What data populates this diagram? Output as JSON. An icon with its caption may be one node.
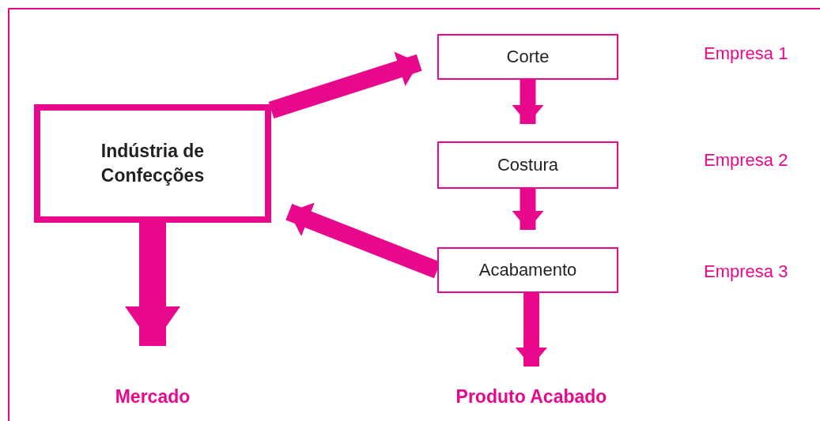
{
  "diagram": {
    "nodes": [
      {
        "text": [
          "Indústria de Confecções"
        ]
      },
      {
        "text": [
          "Corte"
        ]
      },
      {
        "text": [
          "Costura"
        ]
      },
      {
        "text": [
          "Acabamento"
        ]
      },
      {
        "text": [
          "Mercado"
        ]
      },
      {
        "text": [
          "Produto Acabado"
        ]
      }
    ],
    "edges": [
      {
        "from": 0,
        "to": 1,
        "arrow": "to"
      },
      {
        "from": 1,
        "to": 2,
        "arrow": "to"
      },
      {
        "from": 2,
        "to": 3,
        "arrow": "to"
      },
      {
        "from": 3,
        "to": 5,
        "arrow": "to"
      },
      {
        "from": 3,
        "to": 0,
        "arrow": "to"
      },
      {
        "from": 0,
        "to": 4,
        "arrow": "to"
      }
    ],
    "labels": [
      "Empresa 1",
      "Empresa 2",
      "Empresa 3"
    ]
  }
}
